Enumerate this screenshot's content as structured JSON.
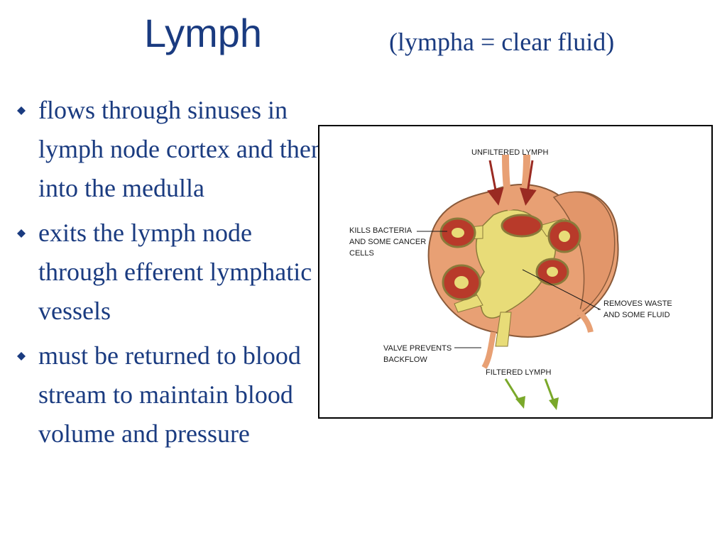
{
  "slide": {
    "title": "Lymph",
    "subtitle": "(lympha = clear fluid)",
    "bullets": [
      {
        "text": "flows through sinuses in lymph node cortex and then into the medulla"
      },
      {
        "text": "exits the lymph node through efferent lymphatic vessels"
      },
      {
        "text": "must be returned to blood stream to maintain blood volume and pressure"
      }
    ],
    "bullet_icon": "diamond-bullet-icon"
  },
  "figure": {
    "labels": {
      "unfiltered": "UNFILTERED LYMPH",
      "kills_1": "KILLS BACTERIA",
      "kills_2": "AND SOME CANCER",
      "kills_3": "CELLS",
      "removes_1": "REMOVES WASTE",
      "removes_2": "AND SOME FLUID",
      "valve_1": "VALVE PREVENTS",
      "valve_2": "BACKFLOW",
      "filtered": "FILTERED LYMPH"
    },
    "colors": {
      "capsule": "#e8a074",
      "sinus": "#e8dc78",
      "follicle": "#b83a2a",
      "incoming_arrow": "#9a2a22",
      "outgoing_arrow": "#7aa82a"
    }
  }
}
